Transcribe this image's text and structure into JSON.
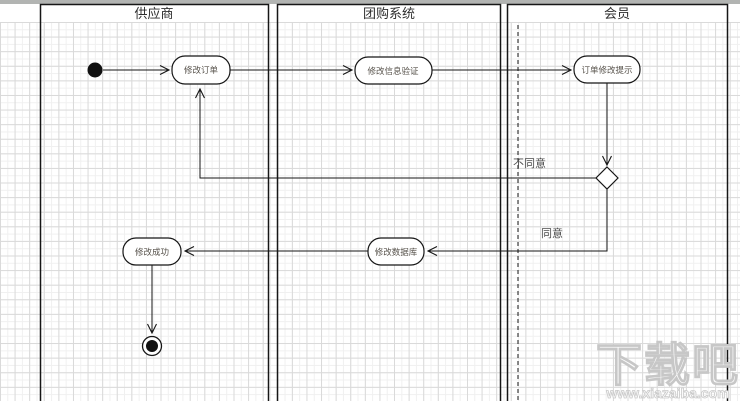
{
  "diagram": {
    "lanes": [
      {
        "title": "供应商"
      },
      {
        "title": "团购系统"
      },
      {
        "title": "会员"
      }
    ],
    "nodes": {
      "modify_order": "修改订单",
      "verify_info": "修改信息验证",
      "order_prompt": "订单修改提示",
      "modify_db": "修改数据库",
      "modify_success": "修改成功"
    },
    "edge_labels": {
      "disagree": "不同意",
      "agree": "同意"
    },
    "colors": {
      "line": "#161616",
      "node_fill": "#ffffff",
      "grid_major": "#d9d9d9",
      "grid_minor": "#f0f0f0",
      "top_bar": "#b2b4b2"
    }
  },
  "watermark": {
    "title": "下载吧",
    "url": "www.xiazaiba.com"
  }
}
